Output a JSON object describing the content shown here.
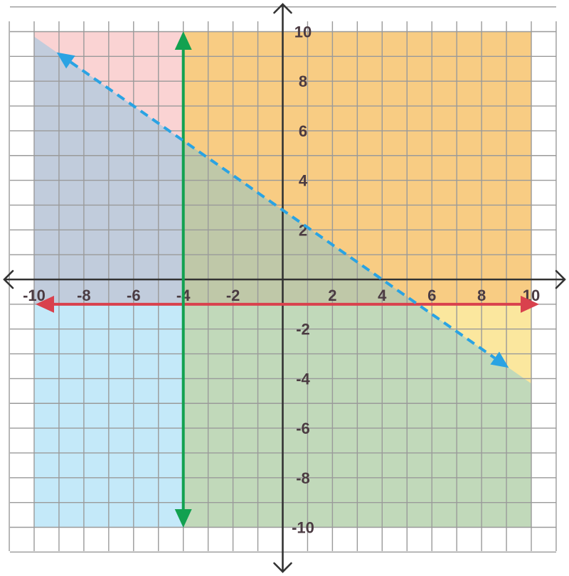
{
  "chart_data": {
    "type": "inequality-graph",
    "xlim": [
      -10,
      10
    ],
    "ylim": [
      -10,
      10
    ],
    "grid": true,
    "x_ticks": [
      -10,
      -8,
      -6,
      -4,
      -2,
      2,
      4,
      6,
      8,
      10
    ],
    "y_ticks": [
      10,
      8,
      6,
      4,
      2,
      -2,
      -4,
      -6,
      -8,
      -10
    ],
    "x_tick_labels": [
      "-10",
      "-8",
      "-6",
      "-4",
      "-2",
      "2",
      "4",
      "6",
      "8",
      "10"
    ],
    "y_tick_labels": [
      "10",
      "8",
      "6",
      "4",
      "2",
      "-2",
      "-4",
      "-6",
      "-8",
      "-10"
    ],
    "lines": [
      {
        "id": "horizontal-line",
        "equation_form": "y = c",
        "value": -1,
        "style": "solid",
        "color": "#d9414d"
      },
      {
        "id": "vertical-line",
        "equation_form": "x = c",
        "value": -4,
        "style": "solid",
        "color": "#12a150"
      },
      {
        "id": "slanted-line",
        "equation_form": "y = m x + b",
        "slope": -0.7,
        "intercept": 2.8,
        "style": "dashed",
        "color": "#2aa3e3",
        "from_x": -9,
        "to_x": 9
      }
    ],
    "regions": [
      {
        "id": "region-above-horizontal",
        "side": "y > -1",
        "color": "#f08080",
        "opacity": 0.35
      },
      {
        "id": "region-right-of-vertical",
        "side": "x > -4",
        "color": "#f5c000",
        "opacity": 0.38
      },
      {
        "id": "region-below-slanted",
        "side": "y < -0.7x + 2.8",
        "color": "#55c1ee",
        "opacity": 0.35
      }
    ],
    "colors": {
      "axis": "#333333",
      "grid": "#9a9a9a",
      "tick_label": "#4b3b42"
    }
  }
}
